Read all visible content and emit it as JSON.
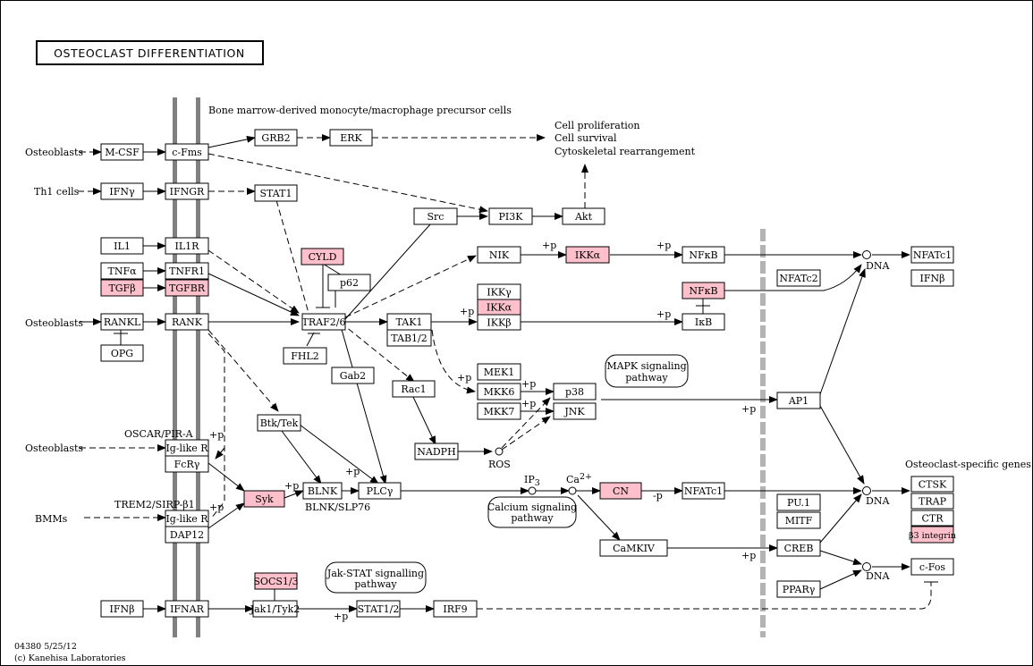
{
  "title": "OSTEOCLAST DIFFERENTIATION",
  "footer": {
    "code": "04380 5/25/12",
    "copyright": "(c) Kanehisa Laboratories"
  },
  "colors": {
    "highlight": "#ffc0cb",
    "membrane": "#808080",
    "nucleus_dash": "#b3b3b3",
    "node": "#ffffff",
    "line": "#000000"
  },
  "labels": {
    "precursor": "Bone marrow-derived monocyte/macrophage precursor cells",
    "osteoblasts": "Osteoblasts",
    "th1": "Th1 cells",
    "bmms": "BMMs",
    "oscar": "OSCAR/PIR-A",
    "trem2": "TREM2/SIRP-β1",
    "cell_outcome_1": "Cell proliferation",
    "cell_outcome_2": "Cell survival",
    "cell_outcome_3": "Cytoskeletal rearrangement",
    "osteoclast_genes": "Osteoclast-specific genes",
    "blnk_slp": "BLNK/SLP76",
    "ros": "ROS",
    "ip3": "IP",
    "ip3_sub": "3",
    "ca": "Ca",
    "ca_sup": "2+",
    "dna": "DNA",
    "plus_p": "+p",
    "minus_p": "-p"
  },
  "pathways": {
    "mapk_1": "MAPK signaling",
    "mapk_2": "pathway",
    "calcium_1": "Calcium signaling",
    "calcium_2": "pathway",
    "jakstat_1": "Jak-STAT signalling",
    "jakstat_2": "pathway"
  },
  "nodes": {
    "mcsf": "M-CSF",
    "cfms": "c-Fms",
    "grb2": "GRB2",
    "erk": "ERK",
    "ifng": "IFNγ",
    "ifngr": "IFNGR",
    "stat1": "STAT1",
    "src": "Src",
    "pi3k": "PI3K",
    "akt": "Akt",
    "il1": "IL1",
    "il1r": "IL1R",
    "tnfa": "TNFα",
    "tnfr1": "TNFR1",
    "tgfb": "TGFβ",
    "tgfbr": "TGFBR",
    "cyld": "CYLD",
    "p62": "p62",
    "traf26": "TRAF2/6",
    "nik": "NIK",
    "ikka_1": "IKKα",
    "nfkb_1": "NFκB",
    "ikkg": "IKKγ",
    "ikka_2": "IKKα",
    "ikkb": "IKKβ",
    "nfkb_2": "NFκB",
    "ikb": "IκB",
    "nfatc2": "NFATc2",
    "nfatc1_1": "NFATc1",
    "ifnb_1": "IFNβ",
    "rankl": "RANKL",
    "rank": "RANK",
    "opg": "OPG",
    "tak1": "TAK1",
    "tab12": "TAB1/2",
    "fhl2": "FHL2",
    "gab2": "Gab2",
    "rac1": "Rac1",
    "mek1": "MEK1",
    "mkk6": "MKK6",
    "mkk7": "MKK7",
    "p38": "p38",
    "jnk": "JNK",
    "ap1": "AP1",
    "nadph": "NADPH",
    "btktek": "Btk/Tek",
    "iglikr_1": "Ig-like R",
    "fcry": "FcRγ",
    "syk": "Syk",
    "blnk": "BLNK",
    "plcg": "PLCγ",
    "cn": "CN",
    "nfatc1_2": "NFATc1",
    "iglikr_2": "Ig-like R",
    "dap12": "DAP12",
    "pu1": "PU.1",
    "mitf": "MITF",
    "camkiv": "CaMKIV",
    "creb": "CREB",
    "ppary": "PPARγ",
    "ctsk": "CTSK",
    "trap": "TRAP",
    "ctr": "CTR",
    "b3int": "β3 integrin",
    "cfos": "c-Fos",
    "ifnb_2": "IFNβ",
    "ifnar": "IFNAR",
    "socs": "SOCS1/3",
    "jak": "Jak1/Tyk2",
    "stat12": "STAT1/2",
    "irf9": "IRF9"
  }
}
